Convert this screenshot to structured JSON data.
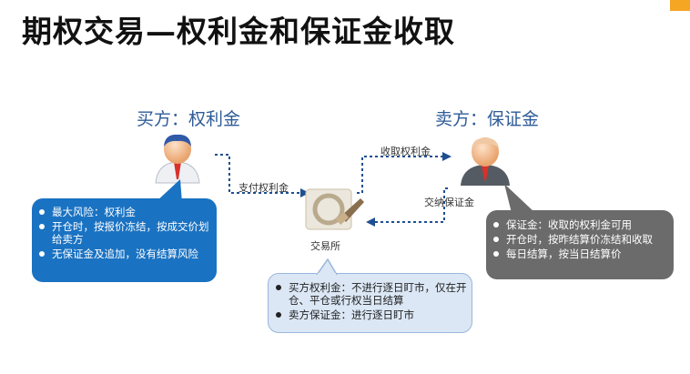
{
  "title": "期权交易—权利金和保证金收取",
  "buyer": {
    "heading": "买方：权利金",
    "avatar_icon": "businessman-white-icon",
    "bullets": [
      "最大风险：权利金",
      "开仓时，按报价冻结，按成交价划给卖方",
      "无保证金及追加，没有结算风险"
    ],
    "color": "#1a72c2"
  },
  "seller": {
    "heading": "卖方：保证金",
    "avatar_icon": "businessman-dark-icon",
    "bullets": [
      "保证金：收取的权利金可用",
      "开仓时，按昨结算价冻结和收取",
      "每日结算，按当日结算价"
    ],
    "color": "#6b6b6b"
  },
  "exchange": {
    "label": "交易所",
    "icon": "exchange-stamp-icon",
    "bullets": [
      "买方权利金：不进行逐日盯市，仅在开仓、平仓或行权当日结算",
      "卖方保证金：进行逐日盯市"
    ]
  },
  "flows": {
    "pay_premium": "支付权利金",
    "receive_premium": "收取权利金",
    "pay_margin": "交纳保证金"
  }
}
